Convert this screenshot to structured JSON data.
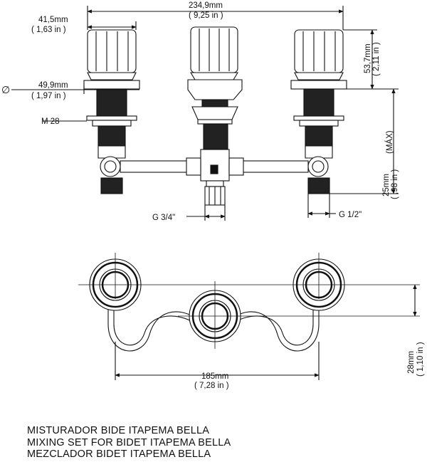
{
  "dimensions": {
    "overall_width": "234,9mm",
    "overall_width_in": "( 9,25 in )",
    "knob_width": "41,5mm",
    "knob_width_in": "( 1,63 in )",
    "flange_symbol": "∅",
    "flange_diameter": "49,9mm",
    "flange_diameter_in": "( 1,97 in )",
    "thread_label": "M 28",
    "knob_height": "53,7mm",
    "knob_height_in": "( 2,11 in )",
    "max_label": "(MÁX)",
    "deck_thickness": "25mm",
    "deck_thickness_in": "( ,98 in )",
    "outlet_thread": "G 3/4\"",
    "inlet_thread": "G 1/2\"",
    "centers": "185mm",
    "centers_in": "( 7,28 in )",
    "offset": "28mm",
    "offset_in": "( 1,10 in )"
  },
  "caption": {
    "line1": "MISTURADOR BIDE ITAPEMA BELLA",
    "line2": "MIXING SET FOR BIDET ITAPEMA BELLA",
    "line3": "MEZCLADOR BIDET ITAPEMA BELLA"
  }
}
